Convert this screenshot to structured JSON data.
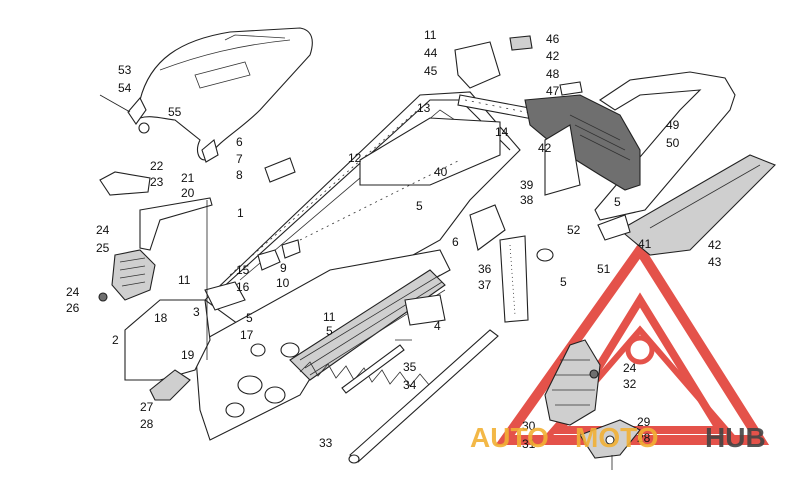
{
  "diagram": {
    "callouts": [
      "53",
      "54",
      "55",
      "22",
      "23",
      "21",
      "20",
      "24",
      "25",
      "24",
      "26",
      "2",
      "18",
      "3",
      "19",
      "27",
      "28",
      "6",
      "7",
      "8",
      "12",
      "1",
      "11",
      "9",
      "10",
      "15",
      "16",
      "5",
      "17",
      "11",
      "5",
      "4",
      "35",
      "34",
      "33",
      "11",
      "44",
      "45",
      "46",
      "42",
      "48",
      "47",
      "13",
      "14",
      "49",
      "50",
      "42",
      "40",
      "39",
      "38",
      "5",
      "6",
      "5",
      "36",
      "37",
      "5",
      "52",
      "41",
      "51",
      "42",
      "43",
      "24",
      "32",
      "30",
      "31",
      "29",
      "28"
    ]
  },
  "watermark": {
    "text_left": "AUTO",
    "text_mid": "MOTO",
    "text_right": "HUB",
    "color_primary": "#e0352b",
    "color_gold": "#f2b134",
    "color_dark": "#444444"
  }
}
